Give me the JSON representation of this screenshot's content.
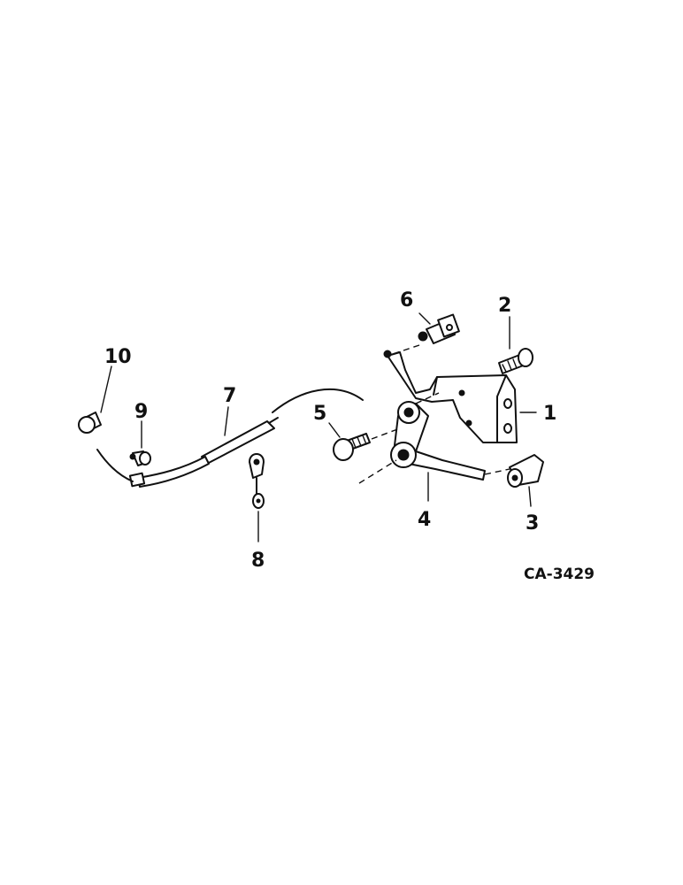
{
  "figure_code": "CA-3429",
  "callouts": [
    {
      "id": "1",
      "text": "1"
    },
    {
      "id": "2",
      "text": "2"
    },
    {
      "id": "3",
      "text": "3"
    },
    {
      "id": "4",
      "text": "4"
    },
    {
      "id": "5",
      "text": "5"
    },
    {
      "id": "6",
      "text": "6"
    },
    {
      "id": "7",
      "text": "7"
    },
    {
      "id": "8",
      "text": "8"
    },
    {
      "id": "9",
      "text": "9"
    },
    {
      "id": "10",
      "text": "10"
    }
  ]
}
